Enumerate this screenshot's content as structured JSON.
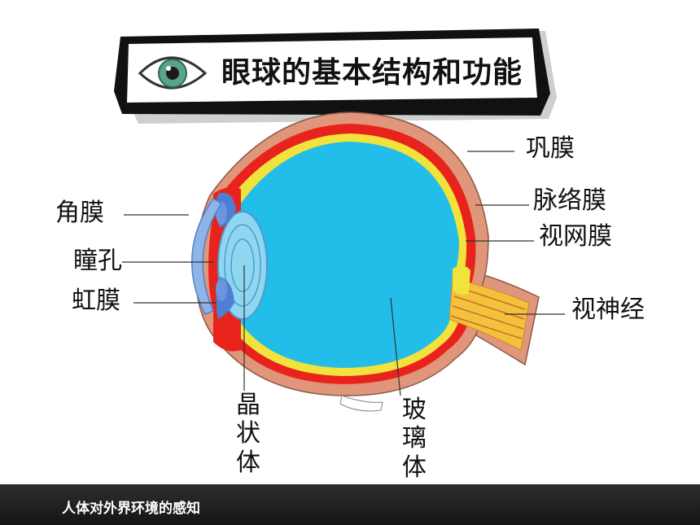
{
  "title": "眼球的基本结构和功能",
  "labels": {
    "sclera": "巩膜",
    "choroid": "脉络膜",
    "retina": "视网膜",
    "optic_nerve": "视神经",
    "cornea": "角膜",
    "pupil": "瞳孔",
    "iris": "虹膜",
    "lens": "晶状体",
    "vitreous": "玻璃体"
  },
  "footer": {
    "text": "人体对外界环境的感知"
  },
  "icons": [
    "eye-icon",
    "logo-icon"
  ],
  "colors": {
    "sclera": "#e0967a",
    "choroid": "#e8231c",
    "retina": "#f2e23c",
    "vitreous": "#22bde8",
    "lens": "#8fd6f0",
    "cornea": "#8fb4e6",
    "iris": "#4e7fd4",
    "footer_bg": "#1f1f1f",
    "title_text": "#111111"
  }
}
